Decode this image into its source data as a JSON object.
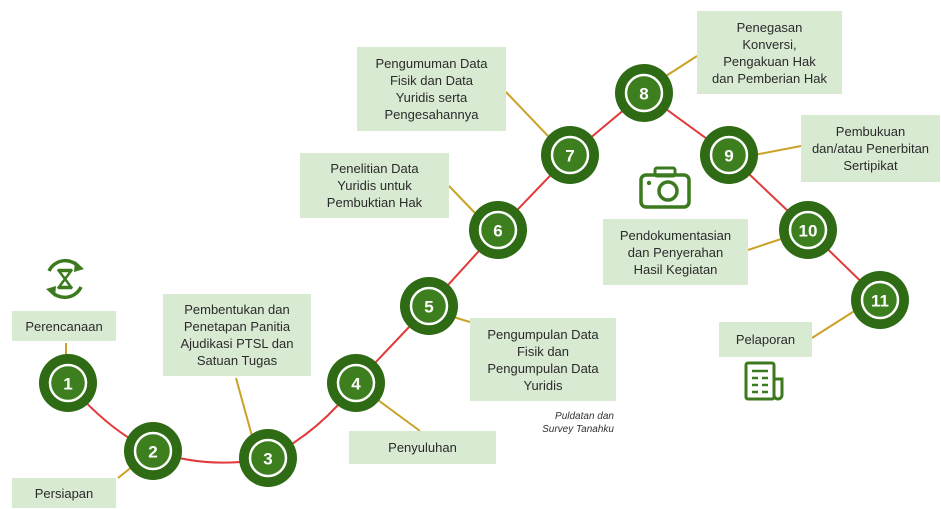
{
  "colors": {
    "node_outer": "#2e6b14",
    "node_inner": "#3d7f1e",
    "node_ring": "#ffffff",
    "path_line": "#e23a3a",
    "connector": "#c9a227",
    "box_fill": "#d9ead3",
    "icon_color": "#3c7a1f"
  },
  "icons": {
    "planning": "hourglass-cycle-icon",
    "documentation": "camera-icon",
    "reporting": "report-document-icon"
  },
  "steps": [
    {
      "number": "1",
      "label": "Perencanaan"
    },
    {
      "number": "2",
      "label": "Persiapan"
    },
    {
      "number": "3",
      "label": "Pembentukan dan\nPenetapan Panitia\nAjudikasi PTSL dan\nSatuan Tugas"
    },
    {
      "number": "4",
      "label": "Penyuluhan"
    },
    {
      "number": "5",
      "label": "Pengumpulan Data\nFisik dan\nPengumpulan Data\nYuridis"
    },
    {
      "number": "6",
      "label": "Penelitian Data\nYuridis untuk\nPembuktian Hak"
    },
    {
      "number": "7",
      "label": "Pengumuman Data\nFisik dan Data\nYuridis serta\nPengesahannya"
    },
    {
      "number": "8",
      "label": "Penegasan\nKonversi,\nPengakuan Hak\ndan Pemberian Hak"
    },
    {
      "number": "9",
      "label": "Pembukuan\ndan/atau Penerbitan\nSertipikat"
    },
    {
      "number": "10",
      "label": "Pendokumentasian\ndan Penyerahan\nHasil Kegiatan"
    },
    {
      "number": "11",
      "label": "Pelaporan"
    }
  ],
  "notes": {
    "step5_note": "Puldatan dan\nSurvey Tanahku"
  }
}
